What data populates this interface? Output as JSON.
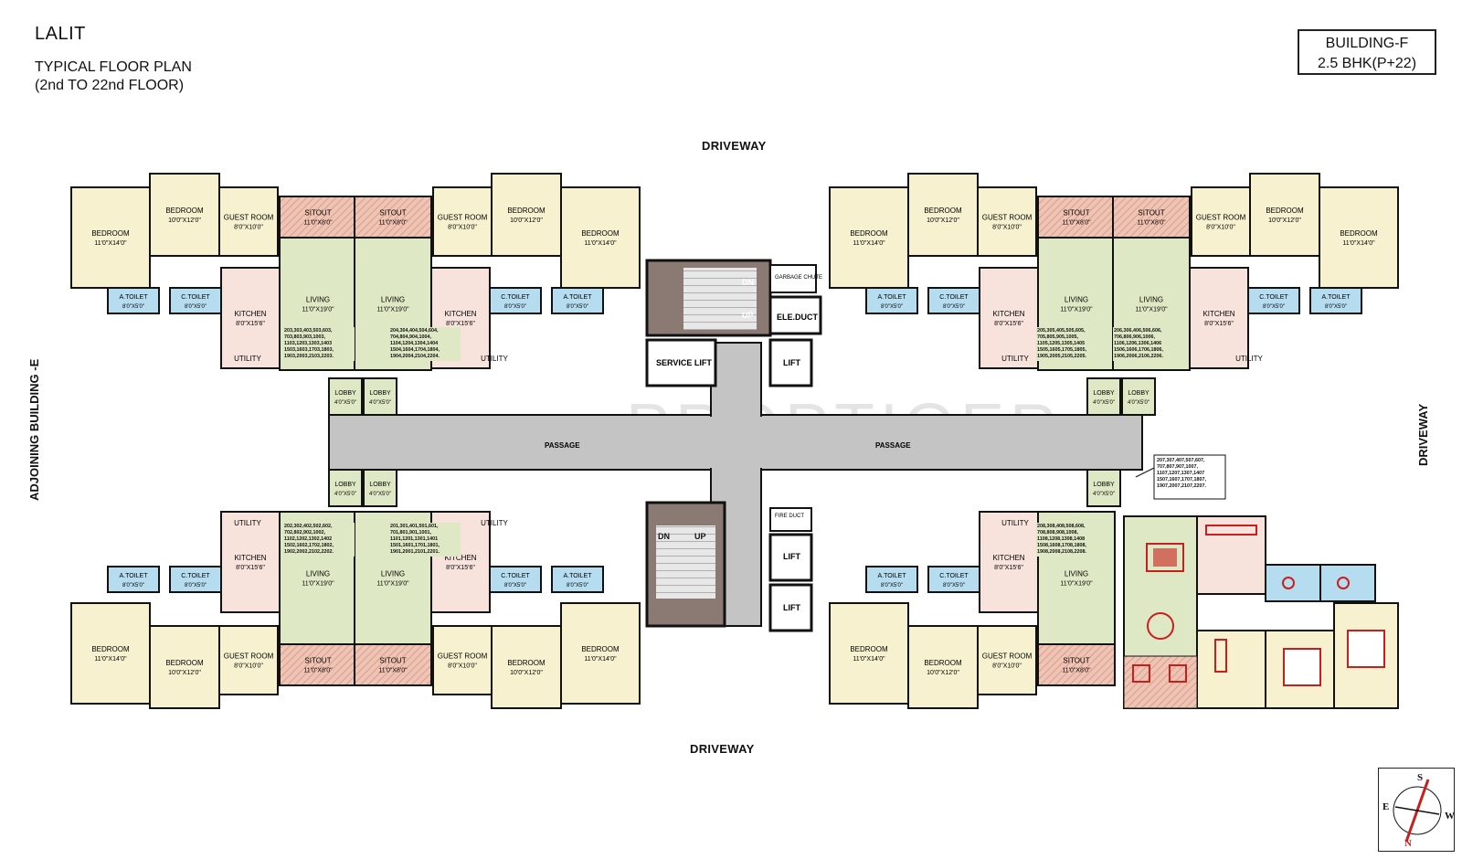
{
  "header": {
    "project": "LALIT",
    "plan_title": "TYPICAL FLOOR PLAN",
    "floors": "(2nd TO 22nd FLOOR)",
    "building": "BUILDING-F",
    "config": "2.5 BHK(P+22)"
  },
  "roads": {
    "top": "DRIVEWAY",
    "bottom": "DRIVEWAY",
    "left": "ADJOINING BUILDING -E",
    "right": "DRIVEWAY"
  },
  "watermark": "PROPTIGER",
  "rooms": {
    "bedroom_master": {
      "name": "BEDROOM",
      "size": "11'0\"X14'0\""
    },
    "bedroom": {
      "name": "BEDROOM",
      "size": "10'0\"X12'0\""
    },
    "guest_room": {
      "name": "GUEST ROOM",
      "size": "8'0\"X10'0\""
    },
    "sitout": {
      "name": "SITOUT",
      "size": "11'0\"X8'0\""
    },
    "living": {
      "name": "LIVING",
      "size": "11'0\"X19'0\""
    },
    "kitchen": {
      "name": "KITCHEN",
      "size": "8'0\"X15'6\""
    },
    "utility": {
      "name": "UTILITY"
    },
    "a_toilet": {
      "name": "A.TOILET",
      "size": "8'0\"X5'0\""
    },
    "c_toilet": {
      "name": "C.TOILET",
      "size": "8'0\"X5'0\""
    },
    "lobby": {
      "name": "LOBBY",
      "size": "4'0\"X5'0\""
    }
  },
  "core": {
    "dn": "DN",
    "up": "UP",
    "garbage_chute": "GARBAGE CHUTE",
    "ele_duct": "ELE.DUCT",
    "service_lift": "SERVICE LIFT",
    "lift": "LIFT",
    "fire_duct": "FIRE DUCT",
    "passage": "PASSAGE"
  },
  "flat_numbers": {
    "unit3": "203,303,403,503,603, 703,803,903,1003, 1103,1203,1303,1403 1503,1603,1703,1803, 1903,2003,2103,2203.",
    "unit4": "204,304,404,504,604, 704,804,904,1004, 1104,1204,1304,1404 1504,1604,1704,1804, 1904,2004,2104,2204.",
    "unit5": "205,305,405,505,605, 705,805,905,1005, 1105,1205,1305,1405 1505,1605,1705,1805, 1905,2005,2105,2205.",
    "unit6": "206,306,406,506,606, 706,806,906,1006, 1106,1206,1306,1406 1506,1606,1706,1806, 1906,2006,2106,2206.",
    "unit2": "202,302,402,502,602, 702,802,902,1002, 1102,1202,1302,1402 1502,1602,1702,1802, 1902,2002,2102,2202.",
    "unit1": "201,301,401,501,601, 701,801,901,1001, 1101,1201,1301,1401 1501,1601,1701,1801, 1901,2001,2101,2201.",
    "unit8": "208,308,408,508,608, 708,808,908,1008, 1108,1208,1308,1408 1508,1608,1708,1808, 1908,2008,2108,2208.",
    "unit7": "207,307,407,507,607, 707,807,907,1007, 1107,1207,1307,1407 1507,1607,1707,1807, 1907,2007,2107,2207."
  },
  "compass": {
    "s": "S",
    "e": "E",
    "w": "W",
    "n": "N"
  },
  "colors": {
    "bedroom": "#f7f1cf",
    "living": "#dfe8c4",
    "kitchen": "#f8e2dc",
    "toilet": "#b5dcef",
    "sitout": "#efc4b4",
    "passage": "#c4c4c4",
    "stair": "#8a7a73",
    "wall": "#111111"
  }
}
